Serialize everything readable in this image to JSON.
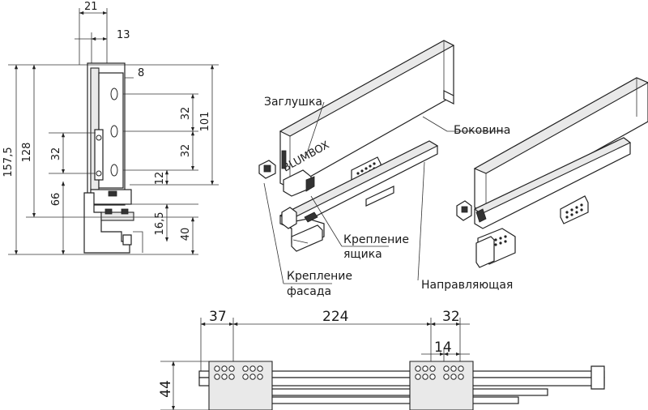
{
  "side_view": {
    "dimensions": {
      "top_outer": "21",
      "top_inner": "13",
      "hole_offset": "8",
      "pitch_1": "32",
      "pitch_2": "32",
      "left_pitch": "32",
      "bottom_gap": "12",
      "rail_height": "16,5",
      "base_height": "40",
      "total_height": "157,5",
      "side_height": "128",
      "front_height": "66",
      "right_height": "101"
    }
  },
  "isometric": {
    "labels": {
      "cap": "Заглушка",
      "side_panel": "Боковина",
      "drawer_mount_l1": "Крепление",
      "drawer_mount_l2": "ящика",
      "front_mount_l1": "Крепление",
      "front_mount_l2": "фасада",
      "runner": "Направляющая"
    },
    "brand_mark": "BLUMBOX"
  },
  "bottom_view": {
    "dimensions": {
      "left_offset": "37",
      "span": "224",
      "right_offset": "32",
      "hole_spacing": "14",
      "height": "44"
    }
  }
}
